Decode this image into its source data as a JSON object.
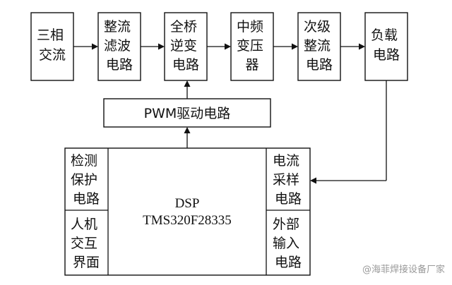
{
  "blocks": {
    "three_phase_ac": [
      "三相",
      "交流"
    ],
    "rectifier_filter": [
      "整流",
      "滤波",
      "电路"
    ],
    "full_bridge_inverter": [
      "全桥",
      "逆变",
      "电路"
    ],
    "mf_transformer": [
      "中频",
      "变压",
      "器"
    ],
    "secondary_rectifier": [
      "次级",
      "整流",
      "电路"
    ],
    "load_circuit": [
      "负载",
      "电路"
    ],
    "pwm_driver": "PWM驱动电路",
    "detect_protect": [
      "检测",
      "保护",
      "电路"
    ],
    "hmi": [
      "人机",
      "交互",
      "界面"
    ],
    "current_sampling": [
      "电流",
      "采样",
      "电路"
    ],
    "external_input": [
      "外部",
      "输入",
      "电路"
    ]
  },
  "dsp": {
    "line1": "DSP",
    "line2": "TMS320F28335"
  },
  "watermark": "@海菲焊接设备厂家"
}
